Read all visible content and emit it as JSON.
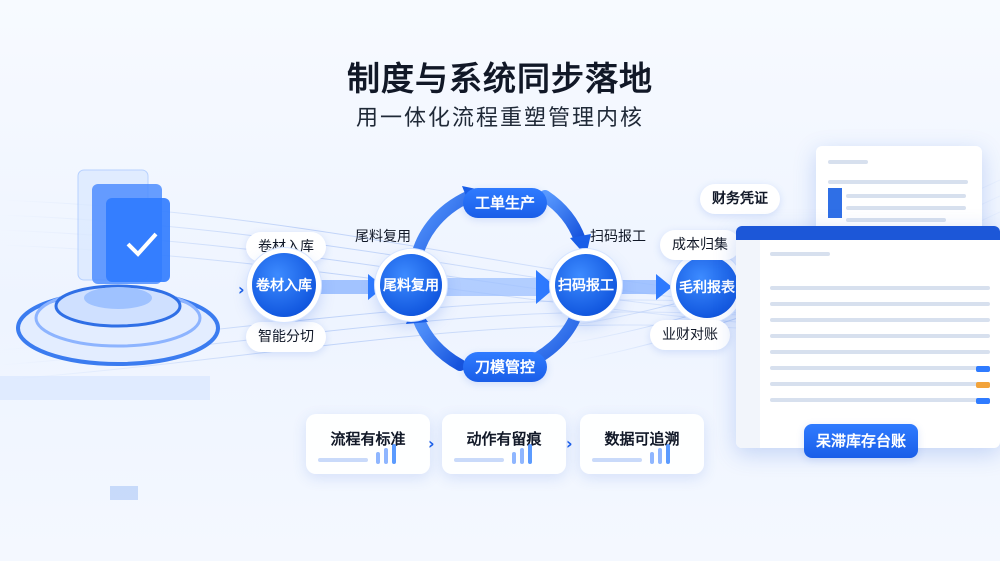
{
  "header": {
    "title": "制度与系统同步落地",
    "subtitle": "用一体化流程重塑管理内核"
  },
  "flow": {
    "node_coil_in": "卷材入库",
    "node_scrap_reuse": "尾料复用",
    "node_scan_report": "扫码报工",
    "node_gross_profit": "毛利报表",
    "top_pill": "工单生产",
    "bottom_pill": "刀模管控",
    "label_coil_in": "卷材入库",
    "label_smart_cut": "智能分切",
    "label_scrap_reuse": "尾料复用",
    "label_scan_report": "扫码报工",
    "label_cost_collect": "成本归集",
    "label_biz_finance": "业财对账",
    "pill_finance_voucher": "财务凭证",
    "pill_dead_stock": "呆滞库存台账"
  },
  "cards": [
    {
      "label": "流程有标准"
    },
    {
      "label": "动作有留痕"
    },
    {
      "label": "数据可追溯"
    }
  ],
  "colors": {
    "primary": "#1a5ee8",
    "accent": "#2f7bff",
    "background": "#f4f8ff"
  },
  "icons": {
    "platform": "document-check-icon",
    "chevron": "chevron-right-icon"
  }
}
